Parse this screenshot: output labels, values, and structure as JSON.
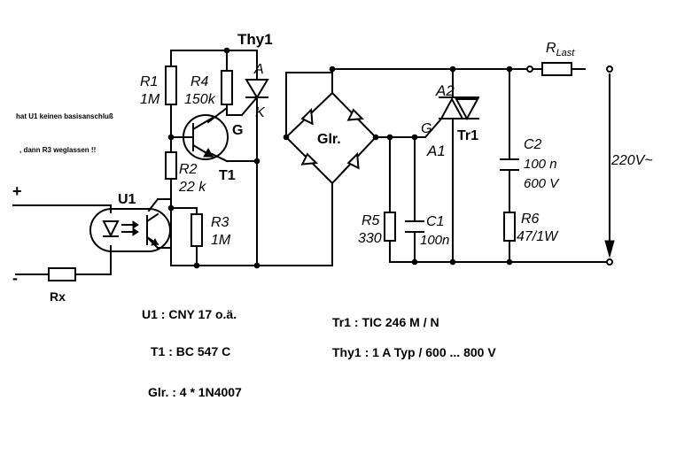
{
  "labels": {
    "thy1_title": "Thy1",
    "r1": "R1",
    "r1_val": "1M",
    "r4": "R4",
    "r4_val": "150k",
    "anode": "A",
    "cathode": "K",
    "gate_thy": "G",
    "t1": "T1",
    "r2": "R2",
    "r2_val": "22 k",
    "r3": "R3",
    "r3_val": "1M",
    "u1": "U1",
    "plus": "+",
    "minus": "-",
    "rx": "Rx",
    "glr": "Glr.",
    "gate_triac": "G",
    "a2": "A2",
    "a1": "A1",
    "tr1": "Tr1",
    "r5": "R5",
    "r5_val": "330",
    "c1": "C1",
    "c1_val": "100n",
    "c2": "C2",
    "c2_val": "100 n",
    "c2_volt": "600 V",
    "r6": "R6",
    "r6_val": "47/1W",
    "r_last_main": "R",
    "r_last_sub": "Last",
    "mains": "220V~"
  },
  "notes": {
    "line1": "hat U1 keinen basisanschluß",
    "line2": ", dann R3 weglassen !!"
  },
  "parts_list": {
    "u1": "U1 : CNY 17 o.ä.",
    "t1": "T1 : BC 547 C",
    "glr": "Glr. : 4 * 1N4007",
    "tr1": "Tr1 : TIC 246 M / N",
    "thy1": "Thy1 : 1 A Typ / 600 ... 800 V"
  }
}
